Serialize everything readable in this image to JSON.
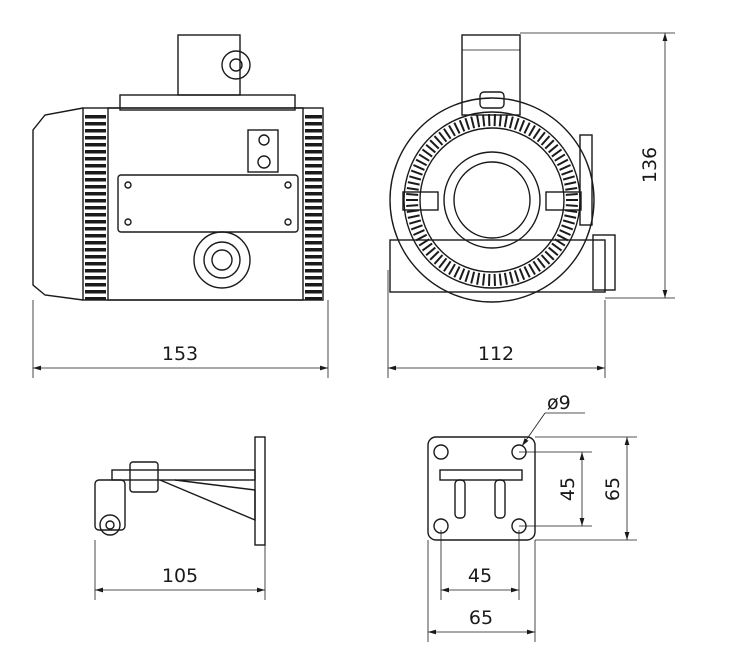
{
  "dimensions": {
    "front_width": "153",
    "side_width": "112",
    "height": "136",
    "bracket_length": "105",
    "hole_diameter": "ø9",
    "plate_hole_spacing_h": "45",
    "plate_width": "65",
    "plate_hole_spacing_v": "45",
    "plate_height": "65"
  }
}
